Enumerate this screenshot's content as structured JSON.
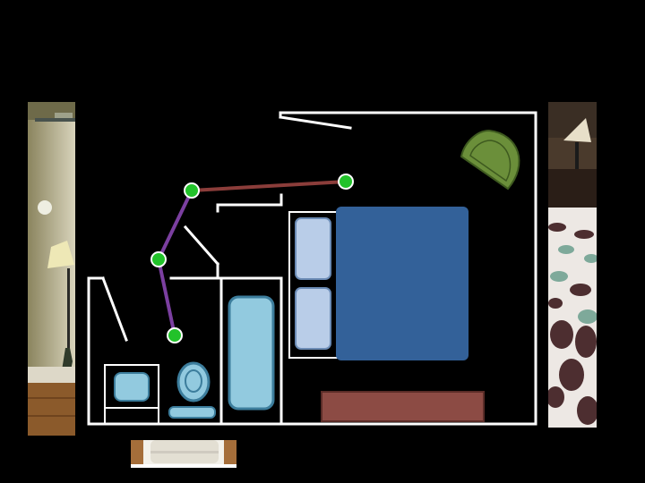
{
  "colors": {
    "background": "#000000",
    "walls": "#ffffff",
    "bed": "#336199",
    "pillow": "#b9cde8",
    "fixture": "#92cadf",
    "fixture_stroke": "#3c7d9c",
    "dresser": "#8c4b44",
    "plant": "#6b8f3a",
    "path_red": "#8b3d3a",
    "path_purple": "#7b3fa0",
    "waypoint": "#22c22a"
  },
  "photos": [
    {
      "name": "bedroom-corner-lamp-photo"
    },
    {
      "name": "bed-comforter-photo"
    },
    {
      "name": "bathroom-sink-photo"
    }
  ],
  "waypoints": 4
}
